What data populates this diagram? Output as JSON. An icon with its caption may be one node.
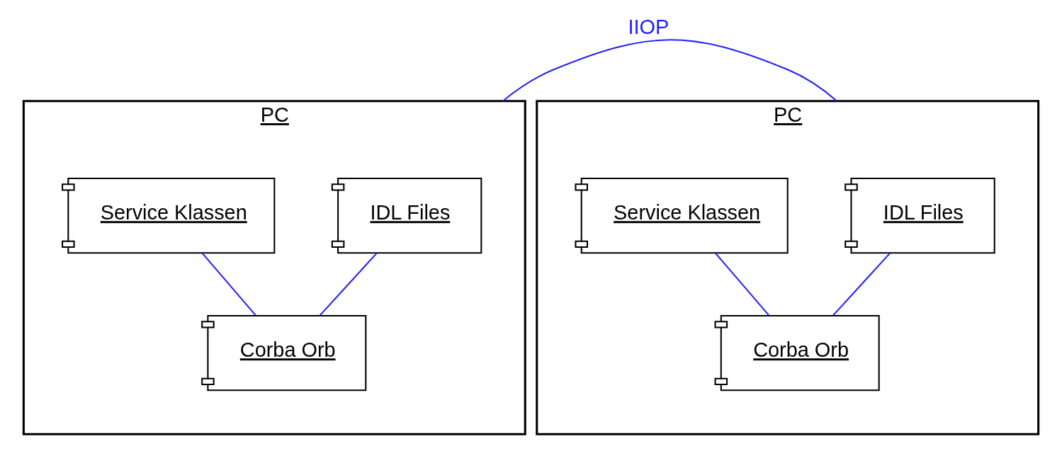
{
  "diagram": {
    "nodes": [
      {
        "text": [
          "PC"
        ]
      },
      {
        "text": [
          "IDL Files"
        ],
        "in": 0
      },
      {
        "text": [
          "Service Klassen"
        ],
        "in": 0
      },
      {
        "text": [
          "Corba Orb"
        ],
        "in": 0
      },
      {
        "text": [
          "PC"
        ]
      },
      {
        "text": [
          "IDL Files"
        ],
        "in": 4
      },
      {
        "text": [
          "Service Klassen"
        ],
        "in": 4
      },
      {
        "text": [
          "Corba Orb"
        ],
        "in": 4
      }
    ],
    "edges": [
      {
        "from": 1,
        "to": 3,
        "arrow": "none"
      },
      {
        "from": 2,
        "to": 3,
        "arrow": "none"
      },
      {
        "from": 0,
        "to": 4,
        "arrow": "none",
        "label": "IIOP"
      },
      {
        "from": 5,
        "to": 7,
        "arrow": "none"
      },
      {
        "from": 6,
        "to": 7,
        "arrow": "none"
      }
    ]
  }
}
